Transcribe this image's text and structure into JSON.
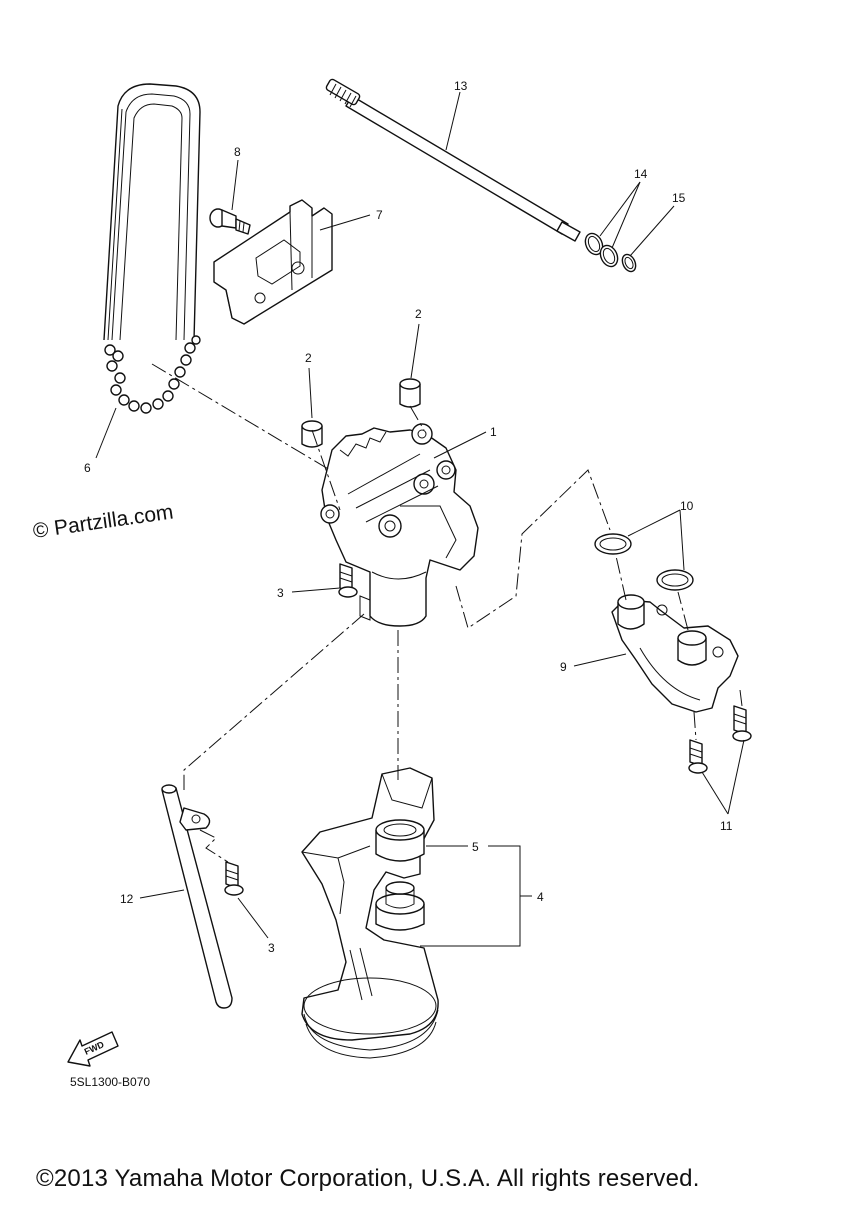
{
  "callouts": {
    "c1": "1",
    "c2a": "2",
    "c2b": "2",
    "c3a": "3",
    "c3b": "3",
    "c4": "4",
    "c5": "5",
    "c6": "6",
    "c7": "7",
    "c8": "8",
    "c9": "9",
    "c10": "10",
    "c11": "11",
    "c12": "12",
    "c13": "13",
    "c14": "14",
    "c15": "15"
  },
  "watermark": "© Partzilla.com",
  "fwd_label": "FWD",
  "diagram_code": "5SL1300-B070",
  "copyright": "©2013 Yamaha Motor Corporation, U.S.A. All rights reserved."
}
